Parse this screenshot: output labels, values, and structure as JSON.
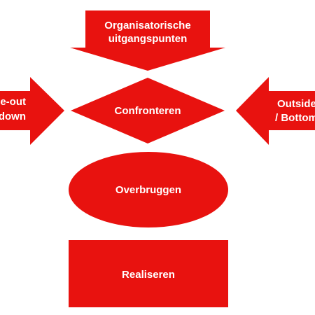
{
  "shape_color": "#E8120F",
  "text_color": "#FFFFFF",
  "shapes": {
    "top_arrow": {
      "shape": "down-arrow",
      "line1": "Organisatorische",
      "line2": "uitgangspunten"
    },
    "diamond": {
      "shape": "diamond",
      "label": "Confronteren"
    },
    "left_arrow": {
      "shape": "right-arrow",
      "line1": "e-out",
      "line2": "down"
    },
    "right_arrow": {
      "shape": "left-arrow",
      "line1": "Outside-",
      "line2": "/ Bottom"
    },
    "ellipse": {
      "shape": "ellipse",
      "label": "Overbruggen"
    },
    "rectangle": {
      "shape": "rectangle",
      "label": "Realiseren"
    }
  }
}
